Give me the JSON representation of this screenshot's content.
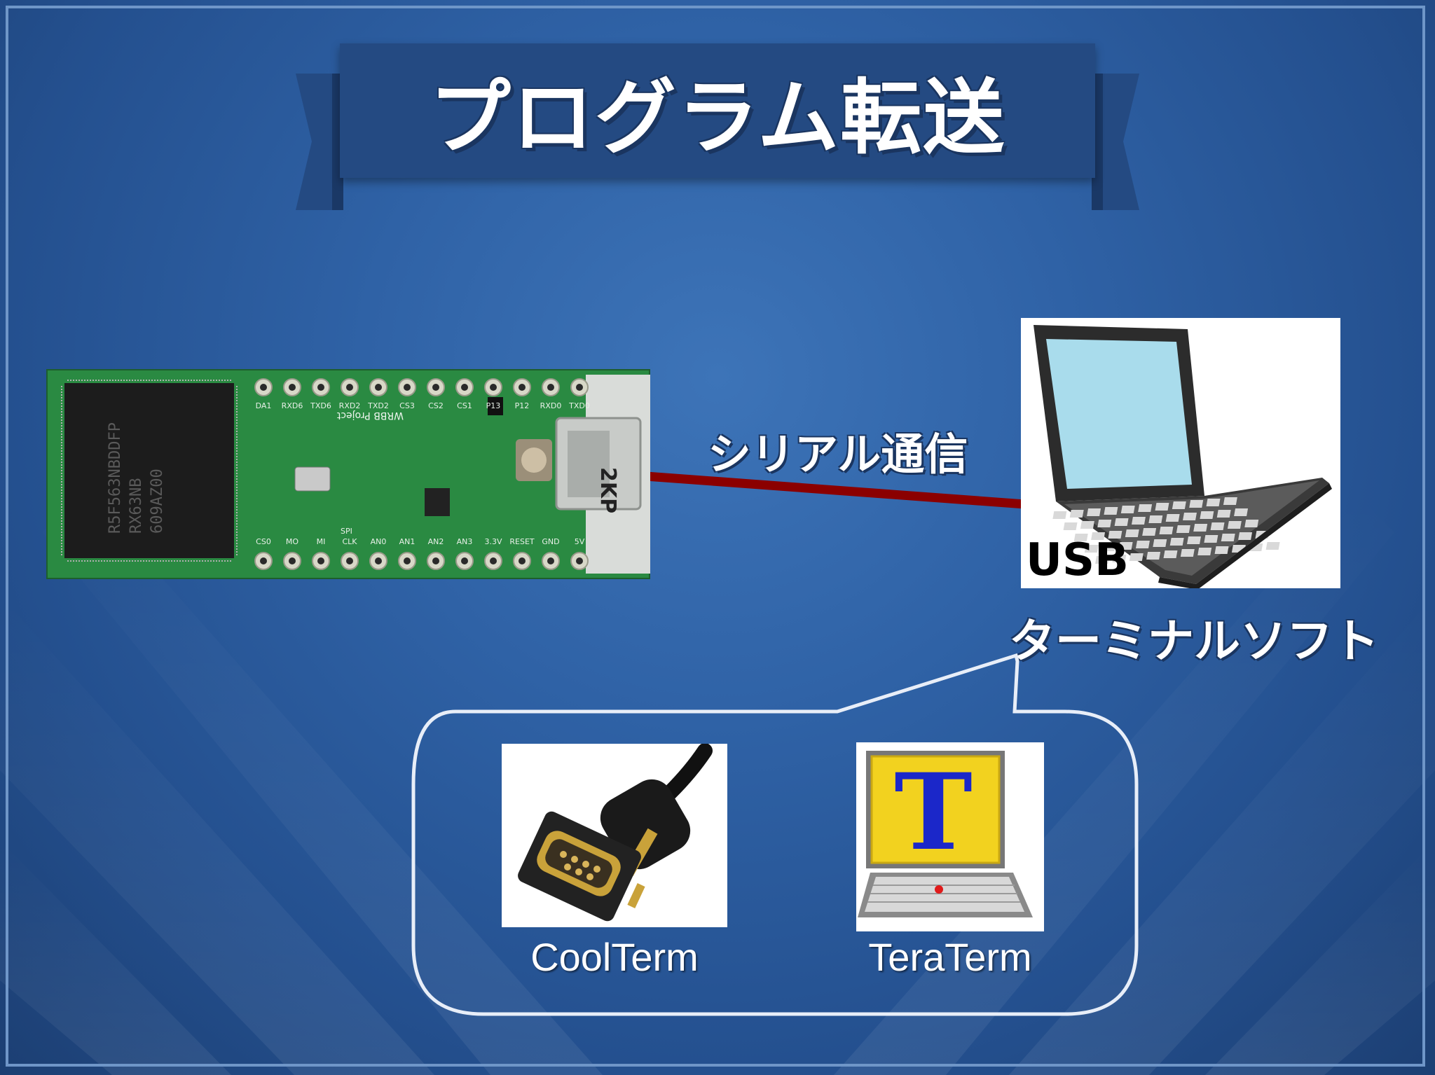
{
  "title": "プログラム転送",
  "connection": {
    "label": "シリアル通信",
    "port_label": "USB"
  },
  "board": {
    "chip_lines": [
      "R5F563NBDDFP",
      "RX63NB",
      "609AZ00"
    ],
    "board_name": "WRBB Project",
    "connector_label": "2KP",
    "bottom_pins": [
      "CS0",
      "MO",
      "MI",
      "CLK",
      "AN0",
      "AN1",
      "AN2",
      "AN3",
      "3.3V",
      "RESET",
      "GND",
      "5V"
    ],
    "top_pins": [
      "DA1",
      "RXD6",
      "TXD6",
      "RXD2",
      "TXD2",
      "CS3",
      "CS2",
      "CS1",
      "P13",
      "P12",
      "RXD0",
      "TXD0"
    ],
    "spi_label": "SPI"
  },
  "terminal": {
    "label": "ターミナルソフト",
    "apps": [
      {
        "name": "CoolTerm",
        "icon": "serial-connector-icon"
      },
      {
        "name": "TeraTerm",
        "icon": "teraterm-icon"
      }
    ],
    "teraterm_letter": "T"
  },
  "colors": {
    "background": "#2f62a6",
    "title_box": "#244a82",
    "cable": "#8b0000",
    "pcb": "#1f7a3a"
  }
}
